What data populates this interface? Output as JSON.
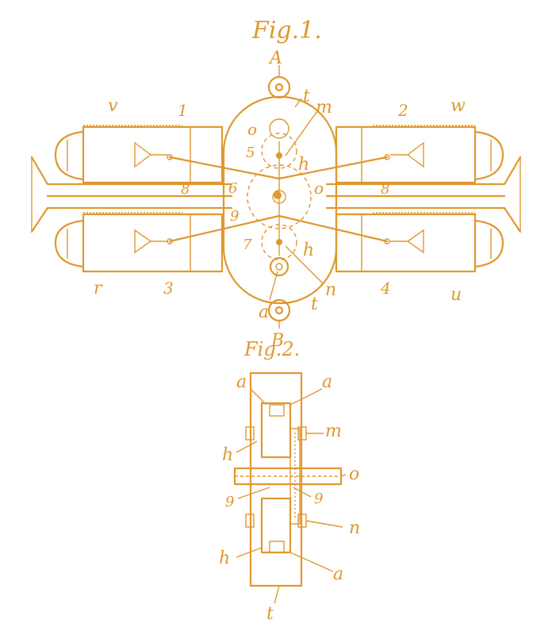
{
  "figure1": {
    "title": "Fig.1.",
    "labels": {
      "A": "A",
      "B": "B",
      "t_top": "t",
      "t_bottom": "t",
      "m": "m",
      "n": "n",
      "o_top": "o",
      "o_mid": "o",
      "five": "5",
      "six": "6",
      "seven": "7",
      "nine": "9",
      "h_upper": "h",
      "h_lower": "h",
      "a": "a",
      "one": "1",
      "two": "2",
      "three": "3",
      "four": "4",
      "v": "v",
      "w": "w",
      "r": "r",
      "u": "u",
      "eight_left": "8",
      "eight_right": "8"
    }
  },
  "figure2": {
    "title": "Fig.2.",
    "labels": {
      "a_left": "a",
      "a_right": "a",
      "m": "m",
      "h_upper": "h",
      "o": "o",
      "nine_left": "9",
      "nine_right": "9",
      "n": "n",
      "h_lower": "h",
      "a_bottom": "a",
      "t": "t"
    }
  },
  "ink_color": "#e0982f"
}
